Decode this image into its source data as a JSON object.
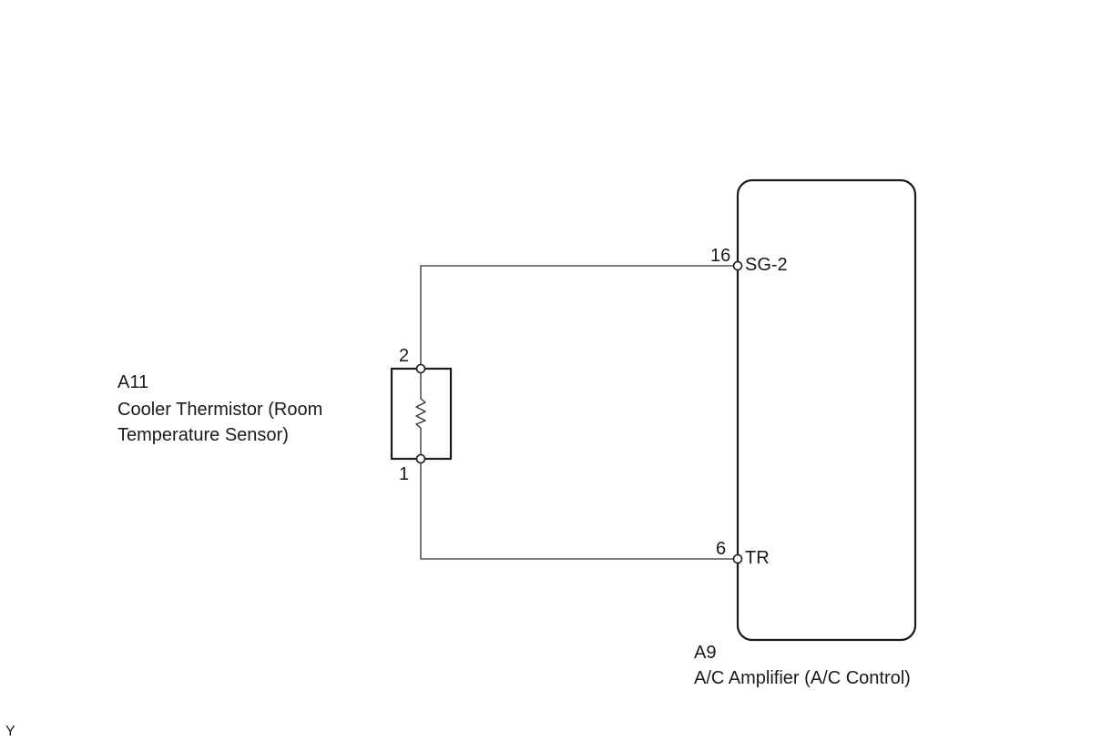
{
  "sensor": {
    "code": "A11",
    "name_line1": "Cooler Thermistor (Room",
    "name_line2": "Temperature Sensor)",
    "pin_top": "2",
    "pin_bottom": "1"
  },
  "amplifier": {
    "code": "A9",
    "name": "A/C Amplifier (A/C Control)",
    "pin_top_number": "16",
    "pin_top_signal": "SG-2",
    "pin_bottom_number": "6",
    "pin_bottom_signal": "TR"
  },
  "corner_mark": "Y"
}
